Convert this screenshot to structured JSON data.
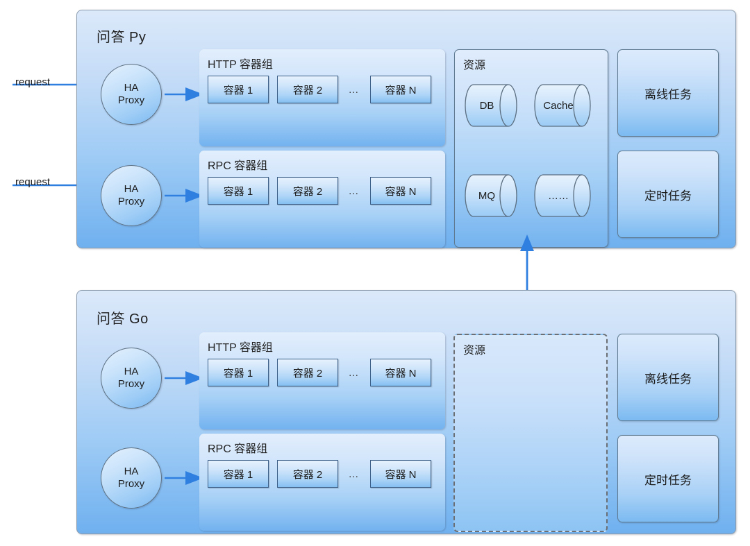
{
  "diagram": {
    "title_py": "问答 Py",
    "title_go": "问答 Go",
    "ha_proxy": {
      "line1": "HA",
      "line2": "Proxy"
    },
    "request_label": "request",
    "groups": {
      "http_label": "HTTP 容器组",
      "rpc_label": "RPC 容器组"
    },
    "pods": {
      "first": "容器 1",
      "second": "容器 2",
      "ellipsis": "…",
      "last": "容器 N"
    },
    "resource": {
      "label": "资源",
      "items": [
        "DB",
        "Cache",
        "MQ",
        "……"
      ]
    },
    "tasks": {
      "offline": "离线任务",
      "scheduled": "定时任务"
    },
    "colors": {
      "arrow_blue": "#2f7fe0",
      "panel_border": "#5f7a90",
      "dashed_border": "#6b6f74",
      "system_fill_top": "#dbe9fa",
      "system_fill_bottom": "#6fb0ef"
    }
  }
}
